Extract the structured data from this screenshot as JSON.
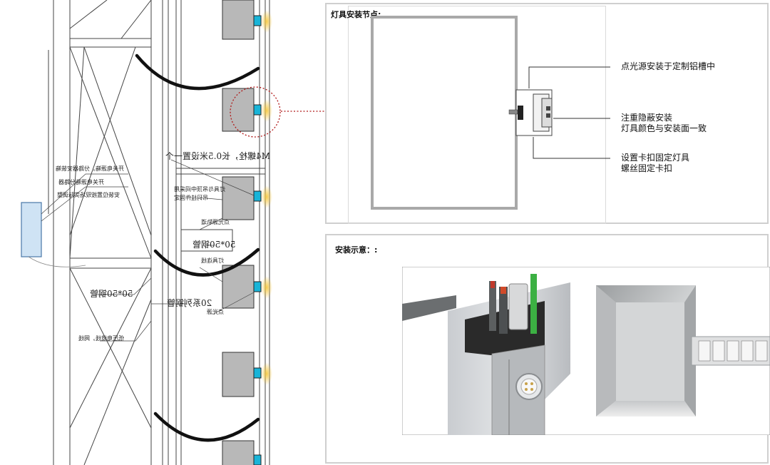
{
  "left_drawing": {
    "annotations": {
      "a1": "开关电源箱，分路器安装箱",
      "a2": "开关电源箱分路器",
      "a3": "安装位置按现场实际调整",
      "a4": "M4螺栓，长0.5米设置一个",
      "a5": "灯具与吊顶中间采用",
      "a6": "吊码挂件固定",
      "a7": "点光源轨道",
      "a8": "50*50钢管",
      "a9": "灯具连线",
      "a10": "50*50钢管",
      "a11": "20系列钢管",
      "a12": "点光源",
      "a13": "低压电缆线，网线"
    }
  },
  "detail_panel": {
    "title": "灯具安装节点:",
    "callouts": {
      "c1": "点光源安装于定制铝槽中",
      "c2_line1": "注重隐蔽安装",
      "c2_line2": "灯具颜色与安装面一致",
      "c3_line1": "设置卡扣固定灯具",
      "c3_line2": "螺丝固定卡扣"
    }
  },
  "illustration_panel": {
    "title": "安装示意：:"
  },
  "colors": {
    "arrow": "#b01818",
    "led_cyan": "#18b4d8",
    "led_glow": "#f5c842",
    "panel_border": "#cfcfcf",
    "steel": "#000000"
  }
}
